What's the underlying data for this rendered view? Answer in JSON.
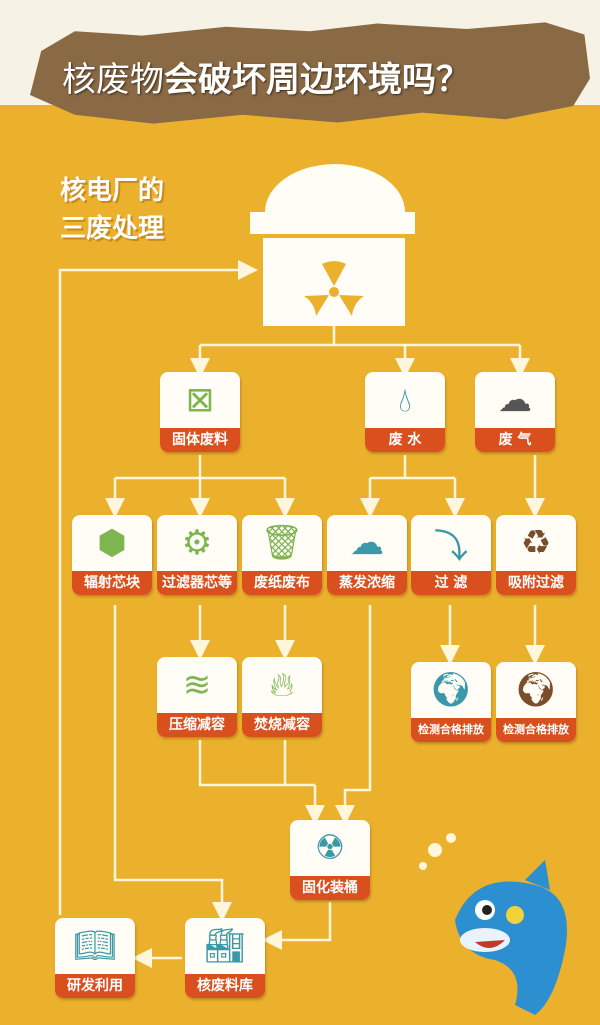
{
  "title": {
    "part1": "核废物",
    "part2": "会破坏周边环境吗？"
  },
  "subtitle": {
    "line1": "核电厂的",
    "line2": "三废处理"
  },
  "nodes": {
    "solid": "固体废料",
    "water": "废 水",
    "gas": "废 气",
    "pellet": "辐射芯块",
    "filter_core": "过滤器芯等",
    "paper": "废纸废布",
    "evap": "蒸发浓缩",
    "filter": "过 滤",
    "adsorb": "吸附过滤",
    "compress": "压缩减容",
    "burn": "焚烧减容",
    "check1": "检测合格排放",
    "check2": "检测合格排放",
    "barrel": "固化装桶",
    "research": "研发利用",
    "storage": "核废料库"
  },
  "colors": {
    "background": "#ebb02c",
    "label": "#d9501e",
    "green": "#7db54f",
    "teal": "#3a98a8",
    "brown": "#7a4e2a"
  }
}
